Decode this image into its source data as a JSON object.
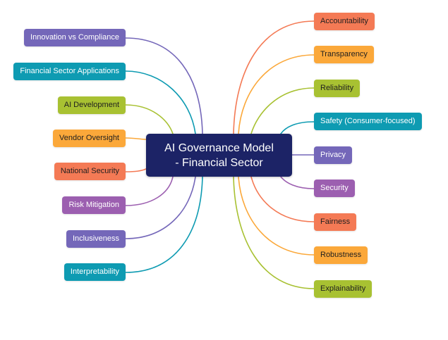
{
  "center": {
    "line1": "AI Governance Model",
    "line2": "- Financial Sector",
    "color": "#1c2366"
  },
  "colors": {
    "purple": "#7467b9",
    "teal": "#0e9bb2",
    "lime": "#a8c132",
    "amber": "#fba83a",
    "coral": "#f47a55",
    "violet": "#9c5fb0"
  },
  "left_nodes": [
    {
      "label": "Innovation vs Compliance",
      "color": "#7467b9",
      "text": "light"
    },
    {
      "label": "Financial Sector Applications",
      "color": "#0e9bb2",
      "text": "light"
    },
    {
      "label": "AI Development",
      "color": "#a8c132",
      "text": "dark"
    },
    {
      "label": "Vendor Oversight",
      "color": "#fba83a",
      "text": "dark"
    },
    {
      "label": "National Security",
      "color": "#f47a55",
      "text": "dark"
    },
    {
      "label": "Risk Mitigation",
      "color": "#9c5fb0",
      "text": "light"
    },
    {
      "label": "Inclusiveness",
      "color": "#7467b9",
      "text": "light"
    },
    {
      "label": "Interpretability",
      "color": "#0e9bb2",
      "text": "light"
    }
  ],
  "right_nodes": [
    {
      "label": "Accountability",
      "color": "#f47a55",
      "text": "dark"
    },
    {
      "label": "Transparency",
      "color": "#fba83a",
      "text": "dark"
    },
    {
      "label": "Reliability",
      "color": "#a8c132",
      "text": "dark"
    },
    {
      "label": "Safety (Consumer-focused)",
      "color": "#0e9bb2",
      "text": "light"
    },
    {
      "label": "Privacy",
      "color": "#7467b9",
      "text": "light"
    },
    {
      "label": "Security",
      "color": "#9c5fb0",
      "text": "light"
    },
    {
      "label": "Fairness",
      "color": "#f47a55",
      "text": "dark"
    },
    {
      "label": "Robustness",
      "color": "#fba83a",
      "text": "dark"
    },
    {
      "label": "Explainability",
      "color": "#a8c132",
      "text": "dark"
    }
  ]
}
